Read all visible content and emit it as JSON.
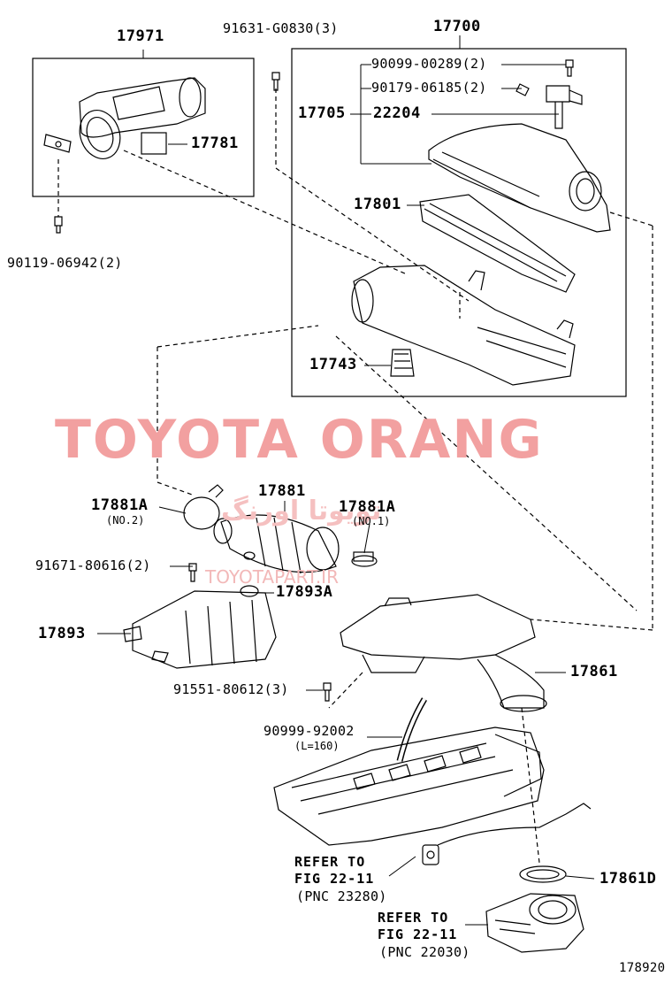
{
  "watermark": {
    "main": "TOYOTA ORANG",
    "arabic": "تویوتا اورنگ",
    "site": "TOYOTAPART.IR"
  },
  "parts": {
    "p17971": "17971",
    "p91631": "91631-G0830(3)",
    "p17700": "17700",
    "p90099a": "90099-00289(2)",
    "p90179": "90179-06185(2)",
    "p17705": "17705",
    "p22204": "22204",
    "p17781": "17781",
    "p90119": "90119-06942(2)",
    "p17801": "17801",
    "p17743": "17743",
    "p17881a_l": "17881A",
    "p17881a_l_sub": "(NO.2)",
    "p17881": "17881",
    "p17881a_r": "17881A",
    "p17881a_r_sub": "(NO.1)",
    "p91671": "91671-80616(2)",
    "p17893a": "17893A",
    "p17893": "17893",
    "p17861": "17861",
    "p91551": "91551-80612(3)",
    "p90999": "90999-92002",
    "p90999_sub": "(L=160)",
    "p17861d": "17861D",
    "ref1_a": "REFER TO",
    "ref1_b": "FIG 22-11",
    "ref1_c": "(PNC 23280)",
    "ref2_a": "REFER TO",
    "ref2_b": "FIG 22-11",
    "ref2_c": "(PNC 22030)",
    "fig_no": "178920"
  }
}
